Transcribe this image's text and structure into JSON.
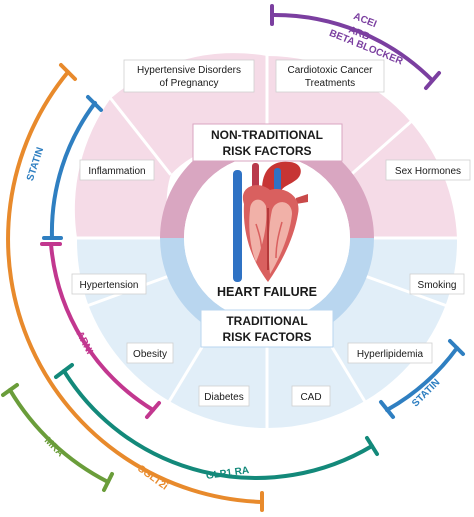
{
  "center": {
    "label": "HEART FAILURE"
  },
  "non_traditional": {
    "header_line1": "NON-TRADITIONAL",
    "header_line2": "RISK FACTORS",
    "factors": {
      "pregnancy_line1": "Hypertensive Disorders",
      "pregnancy_line2": "of Pregnancy",
      "cardiotoxic_line1": "Cardiotoxic Cancer",
      "cardiotoxic_line2": "Treatments",
      "inflammation": "Inflammation",
      "sex_hormones": "Sex Hormones"
    }
  },
  "traditional": {
    "header_line1": "TRADITIONAL",
    "header_line2": "RISK FACTORS",
    "factors": {
      "hypertension": "Hypertension",
      "smoking": "Smoking",
      "obesity": "Obesity",
      "hyperlipidemia": "Hyperlipidemia",
      "diabetes": "Diabetes",
      "cad": "CAD"
    }
  },
  "therapies": {
    "acei_line1": "ACEI",
    "acei_line2": "ARB",
    "acei_line3": "BETA BLOCKER",
    "statin_left": "STATIN",
    "statin_right": "STATIN",
    "arni": "ARNI",
    "mra": "MRA",
    "sglt2i": "SGLT2i",
    "glp1": "GLP1 RA"
  },
  "colors": {
    "acei": "#7b3fa0",
    "statin": "#2f7fc1",
    "arni": "#c2378f",
    "mra": "#6a9d3a",
    "sglt2i": "#e88a2c",
    "glp1": "#13897a",
    "pink_segment": "#f5dbe7",
    "pink_inner": "#d9a6c1",
    "blue_segment": "#e1eef8",
    "blue_inner": "#b9d6ef"
  }
}
